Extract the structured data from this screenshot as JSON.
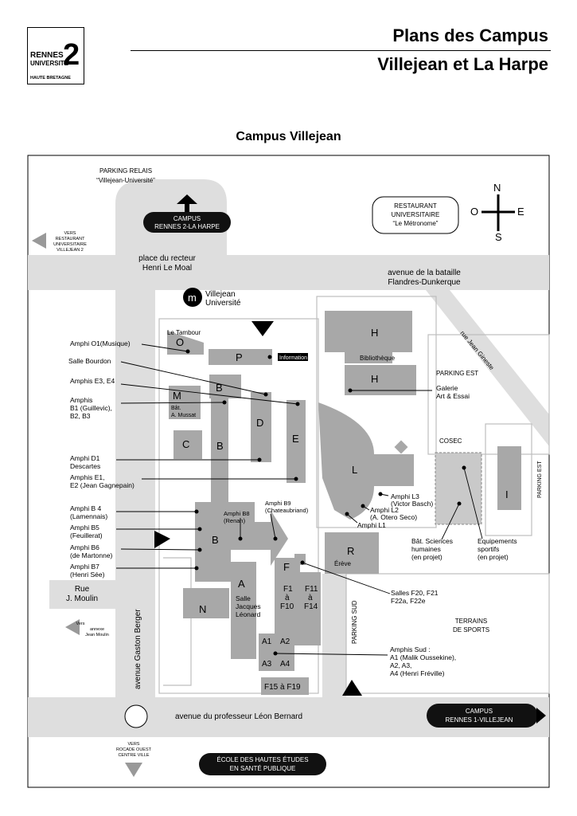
{
  "logo": {
    "line1": "RENNES",
    "line2": "UNIVERSITÉ",
    "line3": "HAUTE BRETAGNE",
    "number": "2"
  },
  "header": {
    "title_line1": "Plans des Campus",
    "title_line2": "Villejean et La Harpe"
  },
  "map_title": "Campus Villejean",
  "colors": {
    "road": "#dedede",
    "building": "#a8a8a8",
    "outline": "#bdbdbd",
    "pill": "#111111"
  },
  "compass": {
    "n": "N",
    "s": "S",
    "e": "E",
    "o": "O"
  },
  "labels": {
    "parking_relais": "PARKING RELAIS",
    "parking_relais_name": "“Villejean-Université”",
    "campus_harpe_1": "CAMPUS",
    "campus_harpe_2": "RENNES 2-LA HARPE",
    "vers_resto_1": "VERS",
    "vers_resto_2": "RESTAURANT",
    "vers_resto_3": "UNIVERSITAIRE",
    "vers_resto_4": "VILLEJEAN 2",
    "resto_1": "RESTAURANT",
    "resto_2": "UNIVERSITAIRE",
    "resto_3": "“Le Métronome”",
    "place_1": "place du recteur",
    "place_2": "Henri Le Moal",
    "avenue_bataille_1": "avenue de la bataille",
    "avenue_bataille_2": "Flandres-Dunkerque",
    "metro_letter": "m",
    "metro_1": "Villejean",
    "metro_2": "Université",
    "rue_ginestre": "rue Jean Gineste",
    "parking_est": "PARKING EST",
    "parking_est_v": "PARKING EST",
    "le_tambour": "Le Tambour",
    "information": "Information",
    "bibliotheque": "Bibliothèque",
    "galerie_1": "Galerie",
    "galerie_2": "Art & Essai",
    "cosec": "COSEC",
    "amphi_o1": "Amphi O1(Musique)",
    "salle_bourdon": "Salle Bourdon",
    "amphis_e3": "Amphis E3, E4",
    "amphis_b1_1": "Amphis",
    "amphis_b1_2": "B1 (Guillevic),",
    "amphis_b1_3": "B2, B3",
    "bat_mussat_1": "Bât.",
    "bat_mussat_2": "A. Mussat",
    "amphi_d1_1": "Amphi D1",
    "amphi_d1_2": "Descartes",
    "amphis_e1_1": "Amphis E1,",
    "amphis_e1_2": "E2 (Jean Gagnepain)",
    "amphi_b4_1": "Amphi B 4",
    "amphi_b4_2": "(Lamennais)",
    "amphi_b5_1": "Amphi B5",
    "amphi_b5_2": "(Feuillerat)",
    "amphi_b6_1": "Amphi B6",
    "amphi_b6_2": "(de Martonne)",
    "amphi_b7_1": "Amphi B7",
    "amphi_b7_2": "(Henri Sée)",
    "amphi_b8_1": "Amphi B8",
    "amphi_b8_2": "(Renan)",
    "amphi_b9_1": "Amphi B9",
    "amphi_b9_2": "(Chateaubriand)",
    "amphi_l3_1": "Amphi L3",
    "amphi_l3_2": "(Victor Basch)",
    "amphi_l2_1": "Amphi L2",
    "amphi_l2_2": "(A. Otero Seco)",
    "amphi_l1": "Amphi L1",
    "bat_sciences_1": "Bât. Sciences",
    "bat_sciences_2": "humaines",
    "bat_sciences_3": "(en projet)",
    "equip_1": "Equipements",
    "equip_2": "sportifs",
    "equip_3": "(en projet)",
    "ereve": "Érève",
    "salles_f20_1": "Salles F20, F21",
    "salles_f20_2": "F22a, F22e",
    "rue_moulin_1": "Rue",
    "rue_moulin_2": "J. Moulin",
    "vers_annexe_1": "Vers",
    "vers_annexe_2": "annexe",
    "vers_annexe_3": "Jean Moulin",
    "salle_leonard_1": "Salle",
    "salle_leonard_2": "Jacques",
    "salle_leonard_3": "Léonard",
    "parking_sud": "PARKING SUD",
    "terrains_1": "TERRAINS",
    "terrains_2": "DE SPORTS",
    "amphis_sud_1": "Amphis Sud :",
    "amphis_sud_2": "A1 (Malik Oussekine),",
    "amphis_sud_3": "A2, A3,",
    "amphis_sud_4": "A4 (Henri Fréville)",
    "avenue_berger": "avenue Gaston Berger",
    "f15": "F15 à F19",
    "avenue_bernard": "avenue du professeur Léon Bernard",
    "campus_villejean_1": "CAMPUS",
    "campus_villejean_2": "RENNES 1-VILLEJEAN",
    "vers_rocade_1": "VERS",
    "vers_rocade_2": "ROCADE OUEST",
    "vers_rocade_3": "CENTRE VILLE",
    "ecole_1": "ÉCOLE DES HAUTES ÉTUDES",
    "ecole_2": "EN SANTÉ PUBLIQUE"
  },
  "buildings": {
    "O": "O",
    "P": "P",
    "H1": "H",
    "H2": "H",
    "M": "M",
    "B_top": "B",
    "B_mid": "B",
    "B_main": "B",
    "C": "C",
    "D": "D",
    "E": "E",
    "L": "L",
    "I": "I",
    "R": "R",
    "F": "F",
    "A": "A",
    "N": "N",
    "F1_1": "F1",
    "F1_2": "à",
    "F1_3": "F10",
    "F11_1": "F11",
    "F11_2": "à",
    "F11_3": "F14",
    "A1": "A1",
    "A2": "A2",
    "A3": "A3",
    "A4": "A4"
  }
}
